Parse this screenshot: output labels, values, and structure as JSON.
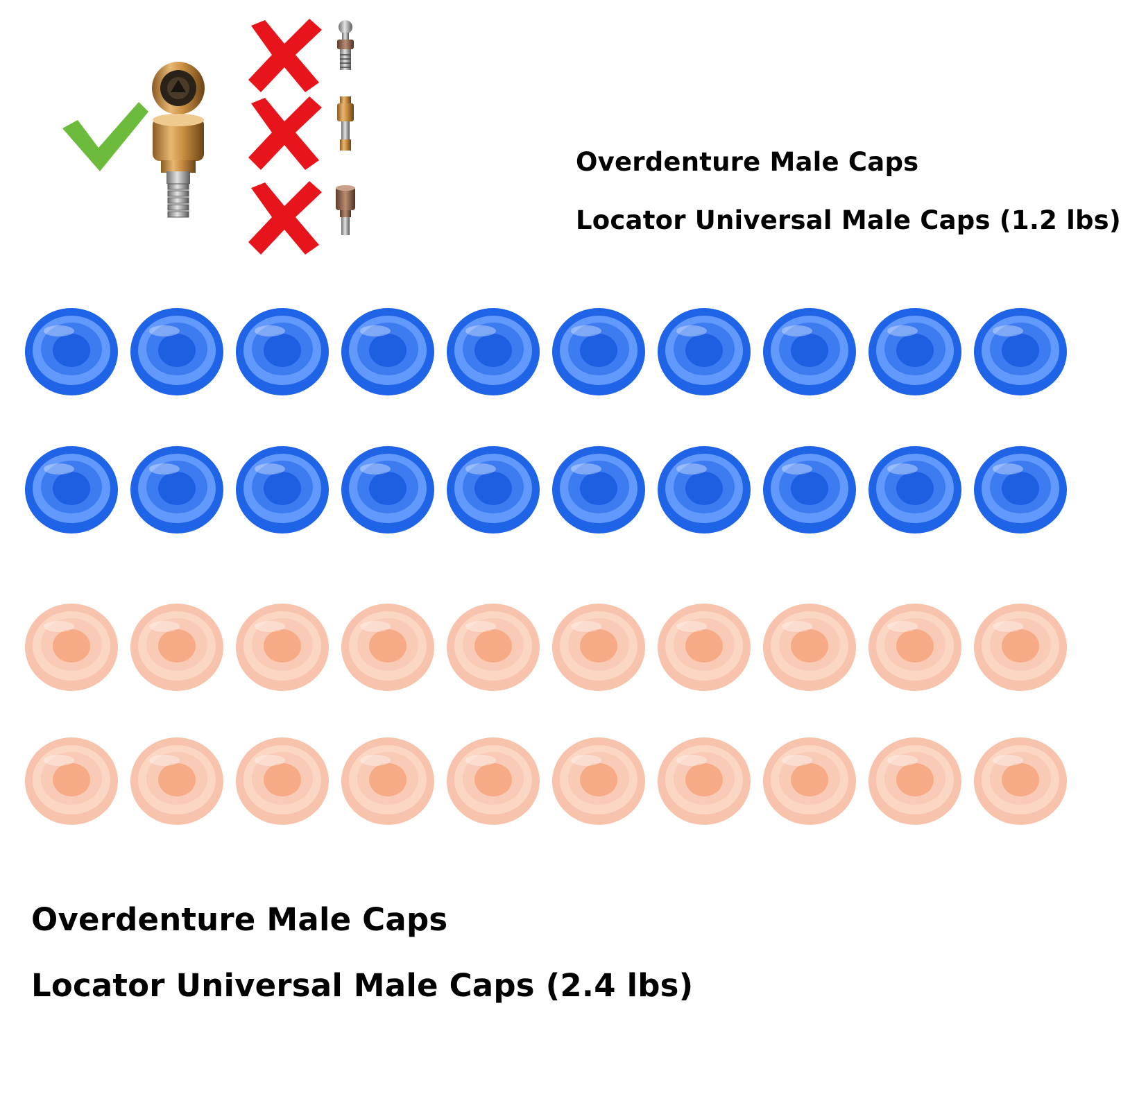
{
  "captions": {
    "top": {
      "line1": "Overdenture Male Caps",
      "line2": "Locator Universal Male Caps (1.2 lbs)"
    },
    "bottom": {
      "line1": "Overdenture Male Caps",
      "line2": "Locator Universal Male Caps (2.4 lbs)"
    }
  },
  "compatibility": {
    "compatible_icon": "check-mark-icon",
    "incompatible_icon": "x-mark-icon",
    "check_color": "#6dbb3c",
    "x_color": "#e8141c"
  },
  "cap_rows": [
    {
      "color_name": "blue",
      "count": 10,
      "outer": "#1f63e6",
      "inner": "#6ea2ff",
      "center": "#1d5fe0"
    },
    {
      "color_name": "blue",
      "count": 10,
      "outer": "#1f63e6",
      "inner": "#6ea2ff",
      "center": "#1d5fe0"
    },
    {
      "color_name": "peach",
      "count": 10,
      "outer": "#f7c3ad",
      "inner": "#fbd9c7",
      "center": "#f6ab86"
    },
    {
      "color_name": "peach",
      "count": 10,
      "outer": "#f7c3ad",
      "inner": "#fbd9c7",
      "center": "#f6ab86"
    }
  ]
}
